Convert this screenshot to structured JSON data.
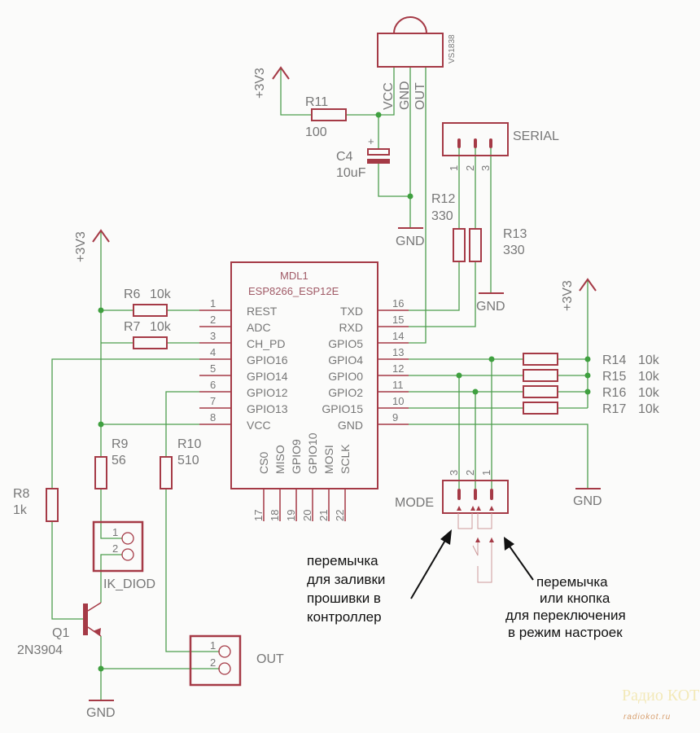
{
  "colors": {
    "wire": "#4e9e4e",
    "component": "#a53a46",
    "text": "#777777",
    "background": "#fbfbfa"
  },
  "module": {
    "ref": "MDL1",
    "part": "ESP8266_ESP12E",
    "left_pins": [
      {
        "num": "1",
        "name": "REST"
      },
      {
        "num": "2",
        "name": "ADC"
      },
      {
        "num": "3",
        "name": "CH_PD"
      },
      {
        "num": "4",
        "name": "GPIO16"
      },
      {
        "num": "5",
        "name": "GPIO14"
      },
      {
        "num": "6",
        "name": "GPIO12"
      },
      {
        "num": "7",
        "name": "GPIO13"
      },
      {
        "num": "8",
        "name": "VCC"
      }
    ],
    "right_pins": [
      {
        "num": "16",
        "name": "TXD"
      },
      {
        "num": "15",
        "name": "RXD"
      },
      {
        "num": "14",
        "name": "GPIO5"
      },
      {
        "num": "13",
        "name": "GPIO4"
      },
      {
        "num": "12",
        "name": "GPIO0"
      },
      {
        "num": "11",
        "name": "GPIO2"
      },
      {
        "num": "10",
        "name": "GPIO15"
      },
      {
        "num": "9",
        "name": "GND"
      }
    ],
    "bottom_pins": [
      {
        "num": "17",
        "name": "CS0"
      },
      {
        "num": "18",
        "name": "MISO"
      },
      {
        "num": "19",
        "name": "GPIO9"
      },
      {
        "num": "20",
        "name": "GPIO10"
      },
      {
        "num": "21",
        "name": "MOSI"
      },
      {
        "num": "22",
        "name": "SCLK"
      }
    ]
  },
  "power": {
    "v33": "+3V3",
    "gnd": "GND"
  },
  "resistors": {
    "r6": {
      "ref": "R6",
      "value": "10k"
    },
    "r7": {
      "ref": "R7",
      "value": "10k"
    },
    "r8": {
      "ref": "R8",
      "value": "1k"
    },
    "r9": {
      "ref": "R9",
      "value": "56"
    },
    "r10": {
      "ref": "R10",
      "value": "510"
    },
    "r11": {
      "ref": "R11",
      "value": "100"
    },
    "r12": {
      "ref": "R12",
      "value": "330"
    },
    "r13": {
      "ref": "R13",
      "value": "330"
    },
    "r14": {
      "ref": "R14",
      "value": "10k"
    },
    "r15": {
      "ref": "R15",
      "value": "10k"
    },
    "r16": {
      "ref": "R16",
      "value": "10k"
    },
    "r17": {
      "ref": "R17",
      "value": "10k"
    }
  },
  "capacitor": {
    "ref": "C4",
    "value": "10uF",
    "polarity": "+"
  },
  "ir_receiver": {
    "part": "VS1838",
    "pins": [
      "VCC",
      "GND",
      "OUT"
    ]
  },
  "transistor": {
    "ref": "Q1",
    "part": "2N3904"
  },
  "connectors": {
    "serial": {
      "name": "SERIAL",
      "pins": [
        "1",
        "2",
        "3"
      ]
    },
    "mode": {
      "name": "MODE",
      "pins": [
        "3",
        "2",
        "1"
      ]
    },
    "ik_diod": {
      "name": "IK_DIOD",
      "pins": [
        "1",
        "2"
      ]
    },
    "out": {
      "name": "OUT",
      "pins": [
        "1",
        "2"
      ]
    }
  },
  "annotations": {
    "left": [
      "перемычка",
      "для заливки",
      "прошивки в",
      "контроллер"
    ],
    "right": [
      "перемычка",
      "или кнопка",
      "для переключения",
      "в режим настроек"
    ]
  },
  "watermark": {
    "logo": "Радио КОТ",
    "site": "radiokot.ru"
  }
}
